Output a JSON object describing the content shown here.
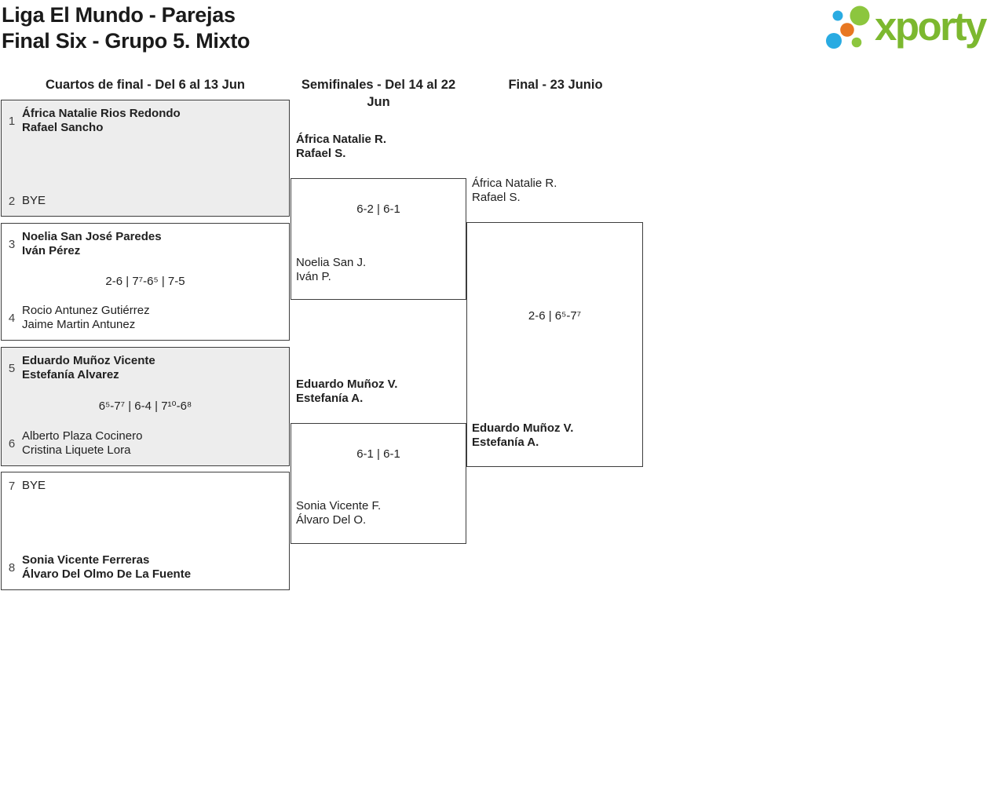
{
  "colors": {
    "logo_green": "#8CC63E",
    "logo_text_green": "#7CB82F",
    "logo_blue": "#29ABE2",
    "logo_orange": "#E87722",
    "box_border": "#3D3D3D",
    "box_fill": "#EDEDED",
    "text_dark": "#212121"
  },
  "header": {
    "title_line1": "Liga El Mundo - Parejas",
    "title_line2": "Final Six - Grupo 5. Mixto",
    "logo_text": "xporty"
  },
  "rounds": {
    "quarterfinals": {
      "label": "Cuartos de final - Del 6 al 13 Jun",
      "matches": [
        {
          "top": {
            "seed": "1",
            "name_line1": "África Natalie Rios Redondo",
            "name_line2": "Rafael Sancho",
            "winner": true
          },
          "score": "",
          "bottom": {
            "seed": "2",
            "name_line1": "BYE",
            "name_line2": "",
            "winner": false
          }
        },
        {
          "top": {
            "seed": "3",
            "name_line1": "Noelia San José Paredes",
            "name_line2": "Iván Pérez",
            "winner": true
          },
          "score": "2-6 | 7⁷-6⁵ | 7-5",
          "bottom": {
            "seed": "4",
            "name_line1": "Rocio Antunez Gutiérrez",
            "name_line2": "Jaime Martin Antunez",
            "winner": false
          }
        },
        {
          "top": {
            "seed": "5",
            "name_line1": "Eduardo Muñoz Vicente",
            "name_line2": "Estefanía Alvarez",
            "winner": true
          },
          "score": "6⁵-7⁷ | 6-4 | 7¹⁰-6⁸",
          "bottom": {
            "seed": "6",
            "name_line1": "Alberto Plaza Cocinero",
            "name_line2": "Cristina Liquete Lora",
            "winner": false
          }
        },
        {
          "top": {
            "seed": "7",
            "name_line1": "BYE",
            "name_line2": "",
            "winner": false
          },
          "score": "",
          "bottom": {
            "seed": "8",
            "name_line1": "Sonia Vicente Ferreras",
            "name_line2": "Álvaro Del Olmo De La Fuente",
            "winner": true
          }
        }
      ]
    },
    "semifinals": {
      "label": "Semifinales - Del 14 al 22 Jun",
      "matches": [
        {
          "top": {
            "name_line1": "África Natalie R.",
            "name_line2": "Rafael S.",
            "winner": true
          },
          "score": "6-2 | 6-1",
          "bottom": {
            "name_line1": "Noelia San J.",
            "name_line2": "Iván P.",
            "winner": false
          }
        },
        {
          "top": {
            "name_line1": "Eduardo Muñoz V.",
            "name_line2": "Estefanía A.",
            "winner": true
          },
          "score": "6-1 | 6-1",
          "bottom": {
            "name_line1": "Sonia Vicente F.",
            "name_line2": "Álvaro Del O.",
            "winner": false
          }
        }
      ]
    },
    "final": {
      "label": "Final - 23 Junio",
      "matches": [
        {
          "top": {
            "name_line1": "África Natalie R.",
            "name_line2": "Rafael S.",
            "winner": false
          },
          "score": "2-6 | 6⁵-7⁷",
          "bottom": {
            "name_line1": "Eduardo Muñoz V.",
            "name_line2": "Estefanía A.",
            "winner": true
          }
        }
      ]
    }
  }
}
